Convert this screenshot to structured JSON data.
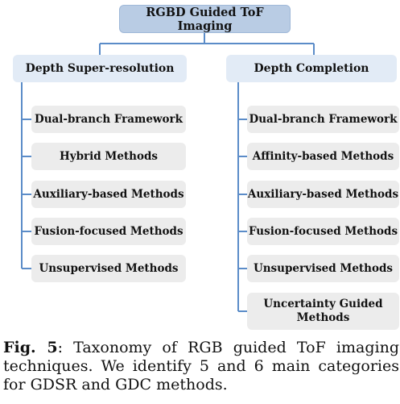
{
  "root": {
    "label": "RGBD Guided ToF Imaging"
  },
  "left_branch": {
    "label": "Depth Super-resolution",
    "items": [
      "Dual-branch Framework",
      "Hybrid Methods",
      "Auxiliary-based Methods",
      "Fusion-focused Methods",
      "Unsupervised Methods"
    ]
  },
  "right_branch": {
    "label": "Depth Completion",
    "items": [
      "Dual-branch Framework",
      "Affinity-based Methods",
      "Auxiliary-based Methods",
      "Fusion-focused Methods",
      "Unsupervised Methods",
      "Uncertainty Guided Methods"
    ]
  },
  "caption": {
    "label": "Fig. 5",
    "text": ": Taxonomy of RGB guided ToF imaging techniques. We identify 5 and 6 main categories for GDSR and GDC methods."
  },
  "colors": {
    "connector": "#5b8cc8",
    "root_fill": "#b9cce4",
    "branch_fill": "#e2ebf6",
    "leaf_fill": "#ececec"
  }
}
